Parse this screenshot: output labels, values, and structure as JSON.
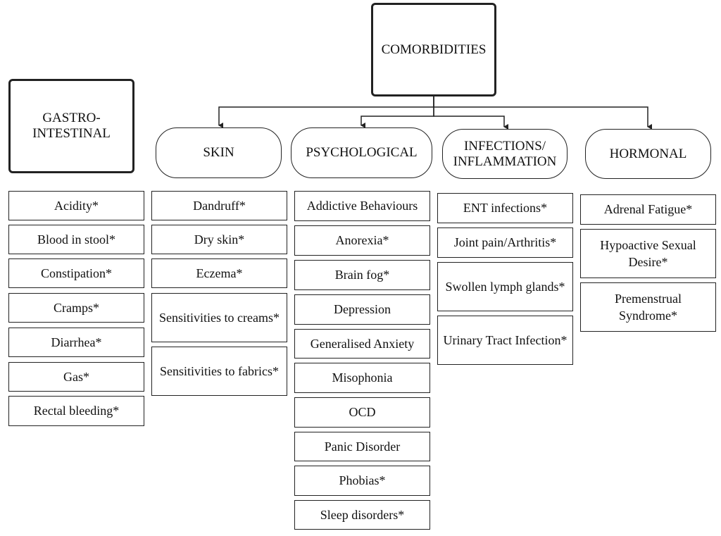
{
  "root": "COMORBIDITIES",
  "gastro": {
    "title_line1": "GASTRO-",
    "title_line2": "INTESTINAL",
    "items": [
      "Acidity*",
      "Blood in stool*",
      "Constipation*",
      "Cramps*",
      "Diarrhea*",
      "Gas*",
      "Rectal bleeding*"
    ]
  },
  "skin": {
    "title": "SKIN",
    "items": [
      "Dandruff*",
      "Dry skin*",
      "Eczema*",
      "Sensitivities to creams*",
      "Sensitivities to fabrics*"
    ]
  },
  "psych": {
    "title": "PSYCHOLOGICAL",
    "items": [
      "Addictive Behaviours",
      "Anorexia*",
      "Brain fog*",
      "Depression",
      "Generalised Anxiety",
      "Misophonia",
      "OCD",
      "Panic Disorder",
      "Phobias*",
      "Sleep disorders*"
    ]
  },
  "infect": {
    "title_line1": "INFECTIONS/",
    "title_line2": "INFLAMMATION",
    "items": [
      "ENT infections*",
      "Joint pain/Arthritis*",
      "Swollen lymph glands*",
      "Urinary Tract Infection*"
    ]
  },
  "hormonal": {
    "title": "HORMONAL",
    "items": [
      "Adrenal Fatigue*",
      "Hypoactive Sexual Desire*",
      "Premenstrual Syndrome*"
    ]
  }
}
